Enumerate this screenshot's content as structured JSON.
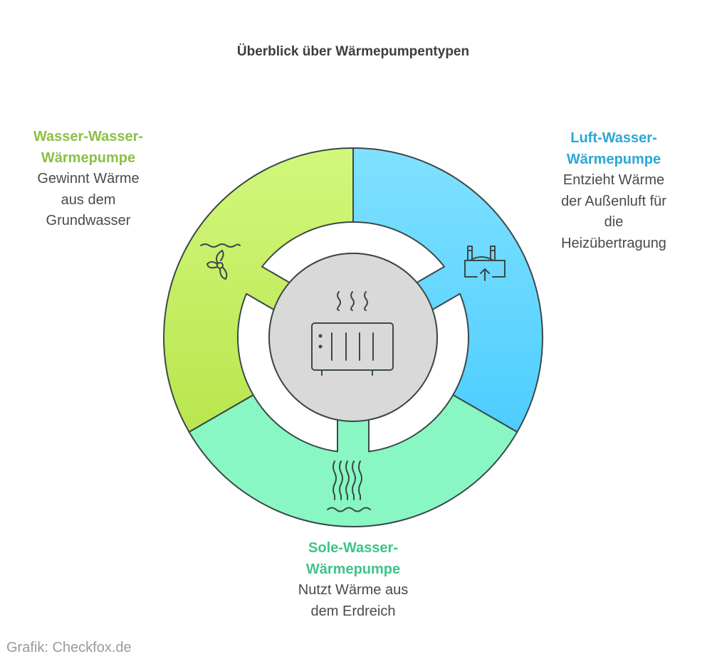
{
  "title": "Überblick über Wärmepumpentypen",
  "segments": [
    {
      "heading_line1": "Wasser-Wasser-",
      "heading_line2": "Wärmepumpe",
      "desc_lines": [
        "Gewinnt Wärme",
        "aus dem",
        "Grundwasser"
      ],
      "heading_color": "#8cc043",
      "fill_top": "#d2f77c",
      "fill_bottom": "#b9e64e",
      "icon": "water-propeller-icon"
    },
    {
      "heading_line1": "Luft-Wasser-",
      "heading_line2": "Wärmepumpe",
      "desc_lines": [
        "Entzieht Wärme",
        "der Außenluft für",
        "die",
        "Heizübertragung"
      ],
      "heading_color": "#2aa7d8",
      "fill_top": "#80e1ff",
      "fill_bottom": "#4dcdff",
      "icon": "factory-air-icon"
    },
    {
      "heading_line1": "Sole-Wasser-",
      "heading_line2": "Wärmepumpe",
      "desc_lines": [
        "Nutzt Wärme aus",
        "dem Erdreich"
      ],
      "heading_color": "#3dc488",
      "fill_top": "#88f7c3",
      "fill_bottom": "#88f7c3",
      "icon": "ground-heat-icon"
    }
  ],
  "center_icon": "radiator-icon",
  "footer": "Grafik: Checkfox.de",
  "colors": {
    "stroke": "#3b4848",
    "center_fill": "#d9d9d9"
  }
}
